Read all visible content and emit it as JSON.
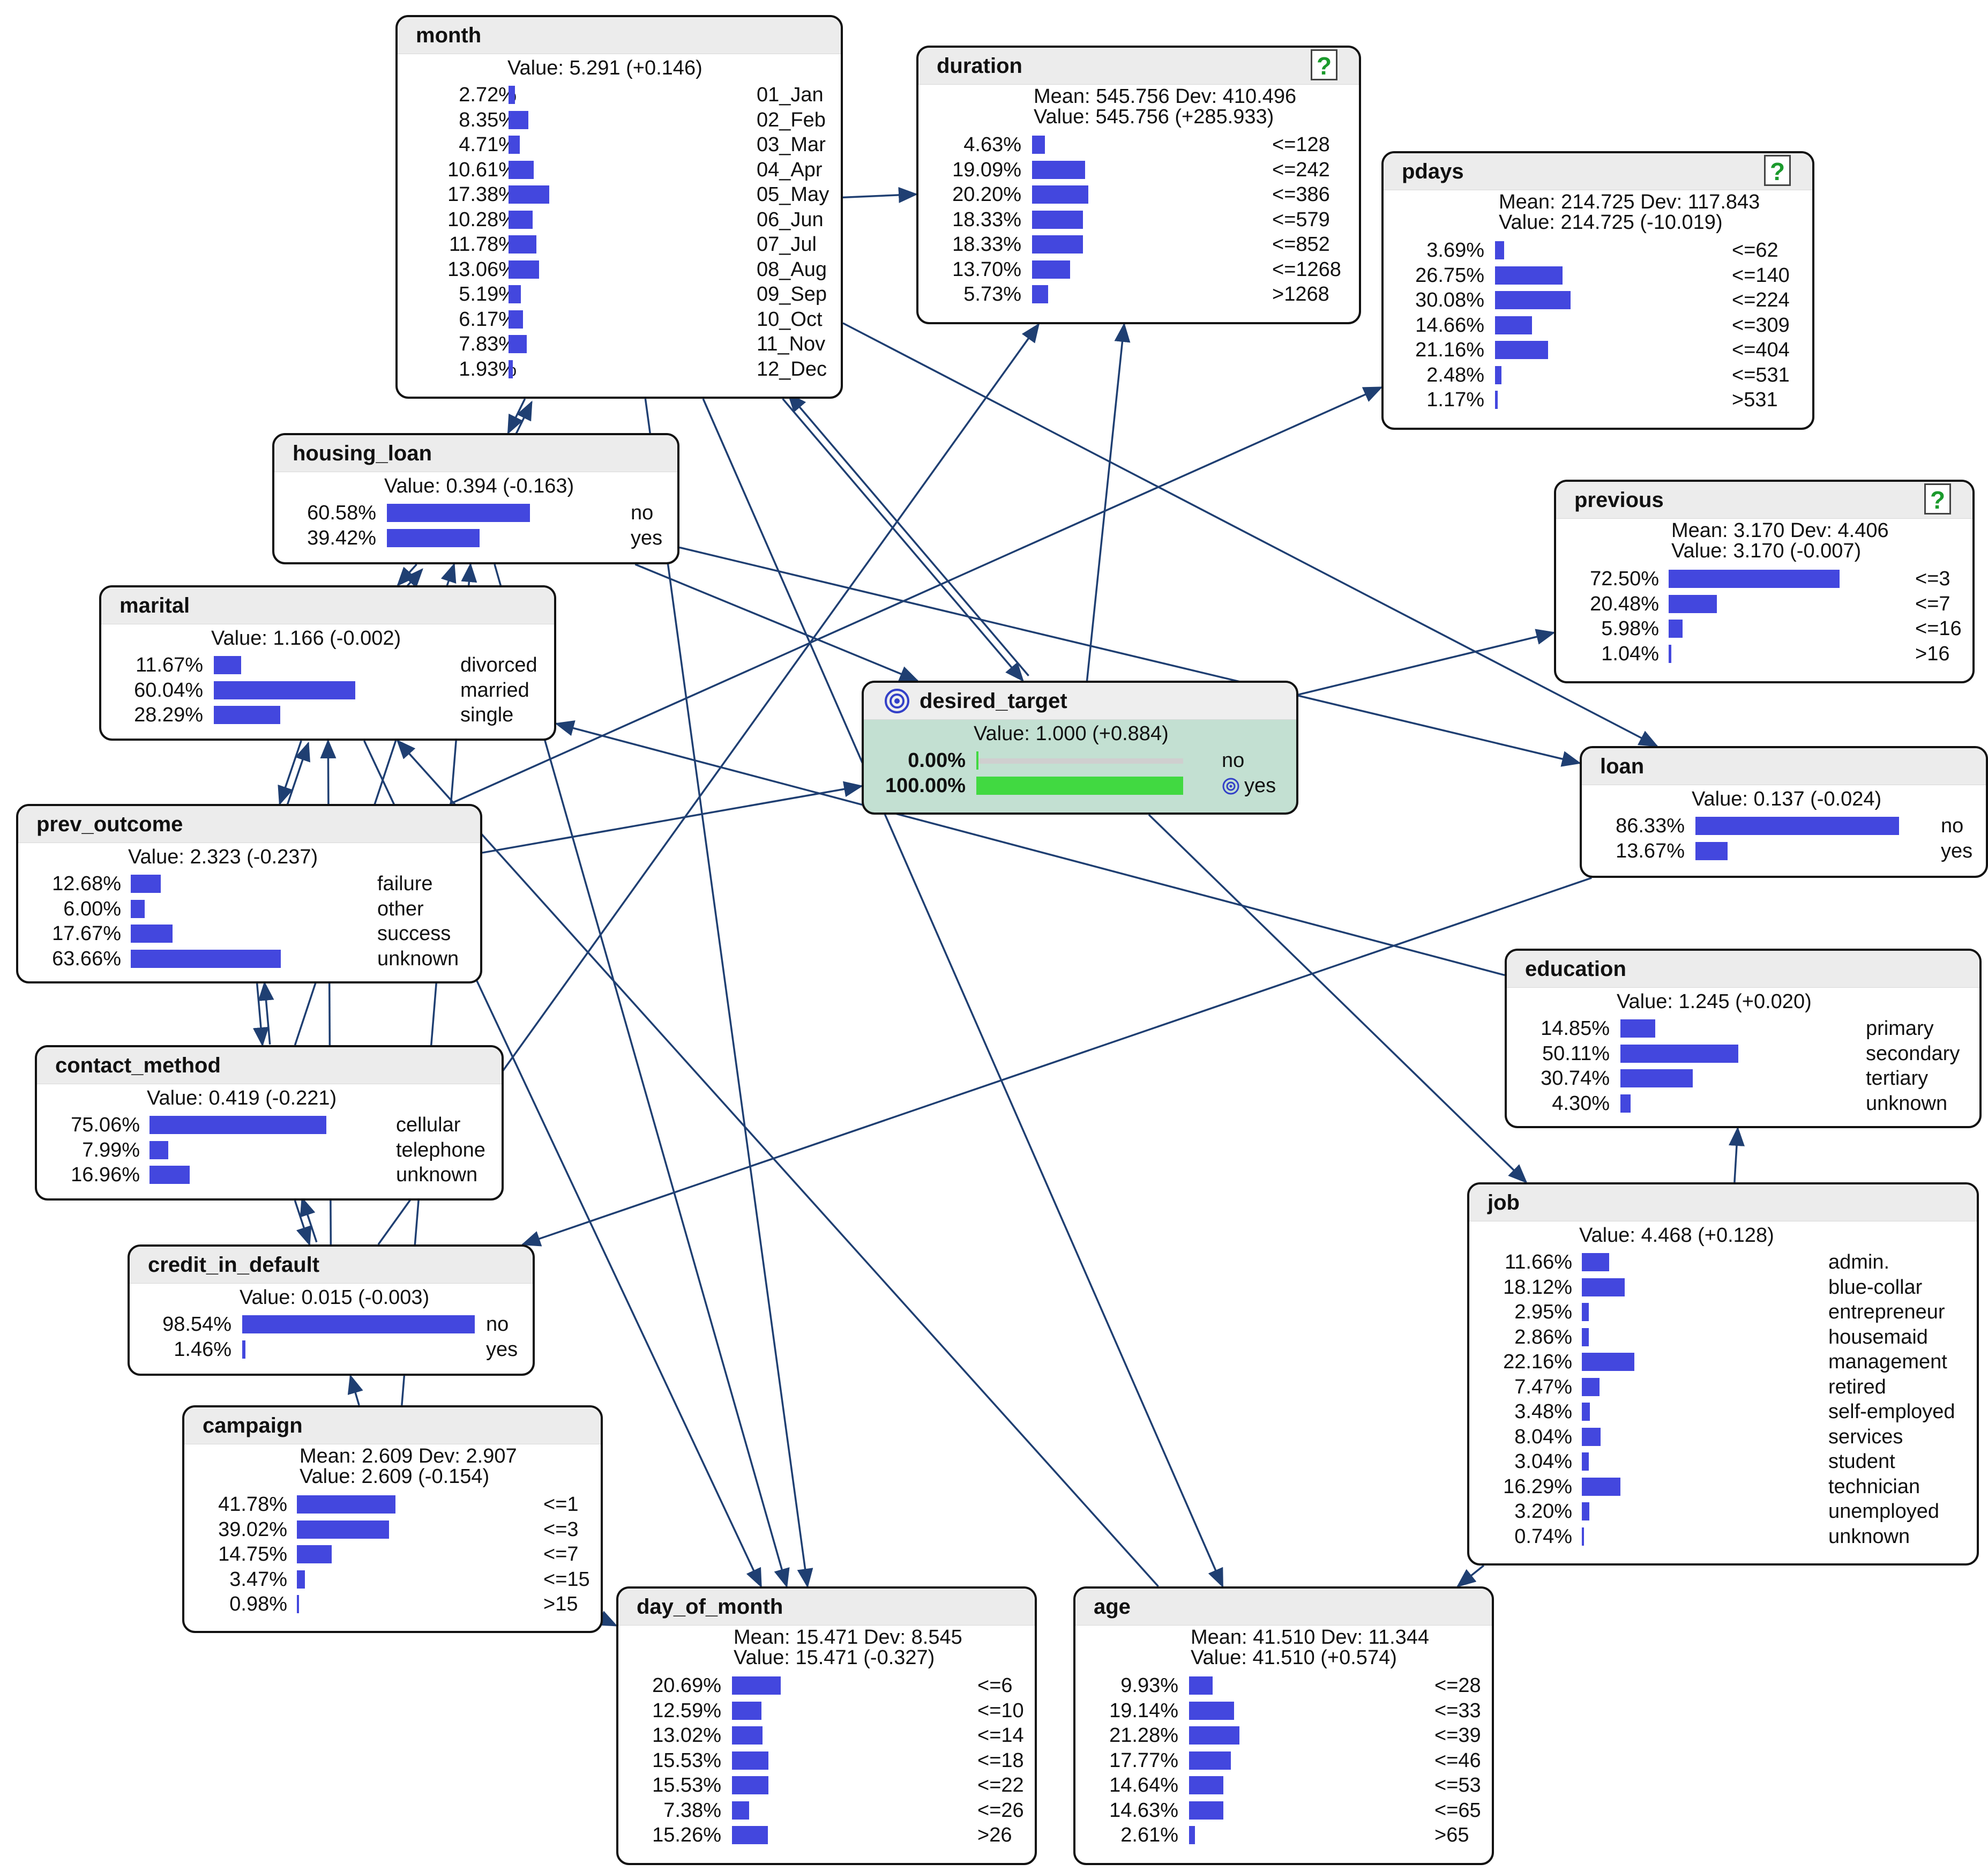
{
  "nodes": [
    {
      "id": "month",
      "title": "month",
      "lines": [
        "Value: 5.291 (+0.146)"
      ],
      "help": false,
      "rows": [
        {
          "pct": "2.72%",
          "label": "01_Jan",
          "v": 2.72
        },
        {
          "pct": "8.35%",
          "label": "02_Feb",
          "v": 8.35
        },
        {
          "pct": "4.71%",
          "label": "03_Mar",
          "v": 4.71
        },
        {
          "pct": "10.61%",
          "label": "04_Apr",
          "v": 10.61
        },
        {
          "pct": "17.38%",
          "label": "05_May",
          "v": 17.38
        },
        {
          "pct": "10.28%",
          "label": "06_Jun",
          "v": 10.28
        },
        {
          "pct": "11.78%",
          "label": "07_Jul",
          "v": 11.78
        },
        {
          "pct": "13.06%",
          "label": "08_Aug",
          "v": 13.06
        },
        {
          "pct": "5.19%",
          "label": "09_Sep",
          "v": 5.19
        },
        {
          "pct": "6.17%",
          "label": "10_Oct",
          "v": 6.17
        },
        {
          "pct": "7.83%",
          "label": "11_Nov",
          "v": 7.83
        },
        {
          "pct": "1.93%",
          "label": "12_Dec",
          "v": 1.93
        }
      ]
    },
    {
      "id": "duration",
      "title": "duration",
      "lines": [
        "Mean: 545.756 Dev: 410.496",
        "Value: 545.756 (+285.933)"
      ],
      "help": true,
      "rows": [
        {
          "pct": "4.63%",
          "label": "<=128",
          "v": 4.63
        },
        {
          "pct": "19.09%",
          "label": "<=242",
          "v": 19.09
        },
        {
          "pct": "20.20%",
          "label": "<=386",
          "v": 20.2
        },
        {
          "pct": "18.33%",
          "label": "<=579",
          "v": 18.33
        },
        {
          "pct": "18.33%",
          "label": "<=852",
          "v": 18.33
        },
        {
          "pct": "13.70%",
          "label": "<=1268",
          "v": 13.7
        },
        {
          "pct": "5.73%",
          "label": ">1268",
          "v": 5.73
        }
      ]
    },
    {
      "id": "pdays",
      "title": "pdays",
      "lines": [
        "Mean: 214.725 Dev: 117.843",
        "Value: 214.725 (-10.019)"
      ],
      "help": true,
      "rows": [
        {
          "pct": "3.69%",
          "label": "<=62",
          "v": 3.69
        },
        {
          "pct": "26.75%",
          "label": "<=140",
          "v": 26.75
        },
        {
          "pct": "30.08%",
          "label": "<=224",
          "v": 30.08
        },
        {
          "pct": "14.66%",
          "label": "<=309",
          "v": 14.66
        },
        {
          "pct": "21.16%",
          "label": "<=404",
          "v": 21.16
        },
        {
          "pct": "2.48%",
          "label": "<=531",
          "v": 2.48
        },
        {
          "pct": "1.17%",
          "label": ">531",
          "v": 1.17
        }
      ]
    },
    {
      "id": "previous",
      "title": "previous",
      "lines": [
        "Mean: 3.170 Dev: 4.406",
        "Value: 3.170 (-0.007)"
      ],
      "help": true,
      "rows": [
        {
          "pct": "72.50%",
          "label": "<=3",
          "v": 72.5
        },
        {
          "pct": "20.48%",
          "label": "<=7",
          "v": 20.48
        },
        {
          "pct": "5.98%",
          "label": "<=16",
          "v": 5.98
        },
        {
          "pct": "1.04%",
          "label": ">16",
          "v": 1.04
        }
      ]
    },
    {
      "id": "housing_loan",
      "title": "housing_loan",
      "lines": [
        "Value: 0.394 (-0.163)"
      ],
      "help": false,
      "rows": [
        {
          "pct": "60.58%",
          "label": "no",
          "v": 60.58
        },
        {
          "pct": "39.42%",
          "label": "yes",
          "v": 39.42
        }
      ]
    },
    {
      "id": "marital",
      "title": "marital",
      "lines": [
        "Value: 1.166 (-0.002)"
      ],
      "help": false,
      "rows": [
        {
          "pct": "11.67%",
          "label": "divorced",
          "v": 11.67
        },
        {
          "pct": "60.04%",
          "label": "married",
          "v": 60.04
        },
        {
          "pct": "28.29%",
          "label": "single",
          "v": 28.29
        }
      ]
    },
    {
      "id": "desired_target",
      "title": "desired_target",
      "lines": [
        "Value: 1.000 (+0.884)"
      ],
      "help": false,
      "target": true,
      "rows": [
        {
          "pct": "0.00%",
          "label": "no",
          "v": 0
        },
        {
          "pct": "100.00%",
          "label": "yes",
          "v": 100
        }
      ]
    },
    {
      "id": "loan",
      "title": "loan",
      "lines": [
        "Value: 0.137 (-0.024)"
      ],
      "help": false,
      "rows": [
        {
          "pct": "86.33%",
          "label": "no",
          "v": 86.33
        },
        {
          "pct": "13.67%",
          "label": "yes",
          "v": 13.67
        }
      ]
    },
    {
      "id": "prev_outcome",
      "title": "prev_outcome",
      "lines": [
        "Value: 2.323 (-0.237)"
      ],
      "help": false,
      "rows": [
        {
          "pct": "12.68%",
          "label": "failure",
          "v": 12.68
        },
        {
          "pct": "6.00%",
          "label": "other",
          "v": 6.0
        },
        {
          "pct": "17.67%",
          "label": "success",
          "v": 17.67
        },
        {
          "pct": "63.66%",
          "label": "unknown",
          "v": 63.66
        }
      ]
    },
    {
      "id": "education",
      "title": "education",
      "lines": [
        "Value: 1.245 (+0.020)"
      ],
      "help": false,
      "rows": [
        {
          "pct": "14.85%",
          "label": "primary",
          "v": 14.85
        },
        {
          "pct": "50.11%",
          "label": "secondary",
          "v": 50.11
        },
        {
          "pct": "30.74%",
          "label": "tertiary",
          "v": 30.74
        },
        {
          "pct": "4.30%",
          "label": "unknown",
          "v": 4.3
        }
      ]
    },
    {
      "id": "contact_method",
      "title": "contact_method",
      "lines": [
        "Value: 0.419 (-0.221)"
      ],
      "help": false,
      "rows": [
        {
          "pct": "75.06%",
          "label": "cellular",
          "v": 75.06
        },
        {
          "pct": "7.99%",
          "label": "telephone",
          "v": 7.99
        },
        {
          "pct": "16.96%",
          "label": "unknown",
          "v": 16.96
        }
      ]
    },
    {
      "id": "job",
      "title": "job",
      "lines": [
        "Value: 4.468 (+0.128)"
      ],
      "help": false,
      "rows": [
        {
          "pct": "11.66%",
          "label": "admin.",
          "v": 11.66
        },
        {
          "pct": "18.12%",
          "label": "blue-collar",
          "v": 18.12
        },
        {
          "pct": "2.95%",
          "label": "entrepreneur",
          "v": 2.95
        },
        {
          "pct": "2.86%",
          "label": "housemaid",
          "v": 2.86
        },
        {
          "pct": "22.16%",
          "label": "management",
          "v": 22.16
        },
        {
          "pct": "7.47%",
          "label": "retired",
          "v": 7.47
        },
        {
          "pct": "3.48%",
          "label": "self-employed",
          "v": 3.48
        },
        {
          "pct": "8.04%",
          "label": "services",
          "v": 8.04
        },
        {
          "pct": "3.04%",
          "label": "student",
          "v": 3.04
        },
        {
          "pct": "16.29%",
          "label": "technician",
          "v": 16.29
        },
        {
          "pct": "3.20%",
          "label": "unemployed",
          "v": 3.2
        },
        {
          "pct": "0.74%",
          "label": "unknown",
          "v": 0.74
        }
      ]
    },
    {
      "id": "credit_in_default",
      "title": "credit_in_default",
      "lines": [
        "Value: 0.015 (-0.003)"
      ],
      "help": false,
      "rows": [
        {
          "pct": "98.54%",
          "label": "no",
          "v": 98.54
        },
        {
          "pct": "1.46%",
          "label": "yes",
          "v": 1.46
        }
      ]
    },
    {
      "id": "campaign",
      "title": "campaign",
      "lines": [
        "Mean: 2.609 Dev: 2.907",
        "Value: 2.609 (-0.154)"
      ],
      "help": false,
      "rows": [
        {
          "pct": "41.78%",
          "label": "<=1",
          "v": 41.78
        },
        {
          "pct": "39.02%",
          "label": "<=3",
          "v": 39.02
        },
        {
          "pct": "14.75%",
          "label": "<=7",
          "v": 14.75
        },
        {
          "pct": "3.47%",
          "label": "<=15",
          "v": 3.47
        },
        {
          "pct": "0.98%",
          "label": ">15",
          "v": 0.98
        }
      ]
    },
    {
      "id": "day_of_month",
      "title": "day_of_month",
      "lines": [
        "Mean: 15.471 Dev: 8.545",
        "Value: 15.471 (-0.327)"
      ],
      "help": false,
      "rows": [
        {
          "pct": "20.69%",
          "label": "<=6",
          "v": 20.69
        },
        {
          "pct": "12.59%",
          "label": "<=10",
          "v": 12.59
        },
        {
          "pct": "13.02%",
          "label": "<=14",
          "v": 13.02
        },
        {
          "pct": "15.53%",
          "label": "<=18",
          "v": 15.53
        },
        {
          "pct": "15.53%",
          "label": "<=22",
          "v": 15.53
        },
        {
          "pct": "7.38%",
          "label": "<=26",
          "v": 7.38
        },
        {
          "pct": "15.26%",
          "label": ">26",
          "v": 15.26
        }
      ]
    },
    {
      "id": "age",
      "title": "age",
      "lines": [
        "Mean: 41.510 Dev: 11.344",
        "Value: 41.510 (+0.574)"
      ],
      "help": false,
      "rows": [
        {
          "pct": "9.93%",
          "label": "<=28",
          "v": 9.93
        },
        {
          "pct": "19.14%",
          "label": "<=33",
          "v": 19.14
        },
        {
          "pct": "21.28%",
          "label": "<=39",
          "v": 21.28
        },
        {
          "pct": "17.77%",
          "label": "<=46",
          "v": 17.77
        },
        {
          "pct": "14.64%",
          "label": "<=53",
          "v": 14.64
        },
        {
          "pct": "14.63%",
          "label": "<=65",
          "v": 14.63
        },
        {
          "pct": "2.61%",
          "label": ">65",
          "v": 2.61
        }
      ]
    }
  ],
  "edges": [
    [
      "month",
      "duration"
    ],
    [
      "month",
      "housing_loan"
    ],
    [
      "month",
      "loan"
    ],
    [
      "month",
      "desired_target"
    ],
    [
      "month",
      "day_of_month"
    ],
    [
      "month",
      "age"
    ],
    [
      "housing_loan",
      "month"
    ],
    [
      "housing_loan",
      "desired_target"
    ],
    [
      "housing_loan",
      "loan"
    ],
    [
      "housing_loan",
      "day_of_month"
    ],
    [
      "housing_loan",
      "marital"
    ],
    [
      "marital",
      "housing_loan"
    ],
    [
      "marital",
      "prev_outcome"
    ],
    [
      "marital",
      "day_of_month"
    ],
    [
      "desired_target",
      "duration"
    ],
    [
      "desired_target",
      "month"
    ],
    [
      "desired_target",
      "previous"
    ],
    [
      "desired_target",
      "job"
    ],
    [
      "prev_outcome",
      "desired_target"
    ],
    [
      "prev_outcome",
      "pdays"
    ],
    [
      "prev_outcome",
      "marital"
    ],
    [
      "prev_outcome",
      "contact_method"
    ],
    [
      "contact_method",
      "prev_outcome"
    ],
    [
      "contact_method",
      "credit_in_default"
    ],
    [
      "contact_method",
      "housing_loan"
    ],
    [
      "credit_in_default",
      "duration"
    ],
    [
      "credit_in_default",
      "contact_method"
    ],
    [
      "credit_in_default",
      "marital"
    ],
    [
      "campaign",
      "credit_in_default"
    ],
    [
      "campaign",
      "day_of_month"
    ],
    [
      "campaign",
      "housing_loan"
    ],
    [
      "education",
      "marital"
    ],
    [
      "job",
      "education"
    ],
    [
      "job",
      "age"
    ],
    [
      "age",
      "marital"
    ],
    [
      "loan",
      "credit_in_default"
    ]
  ]
}
